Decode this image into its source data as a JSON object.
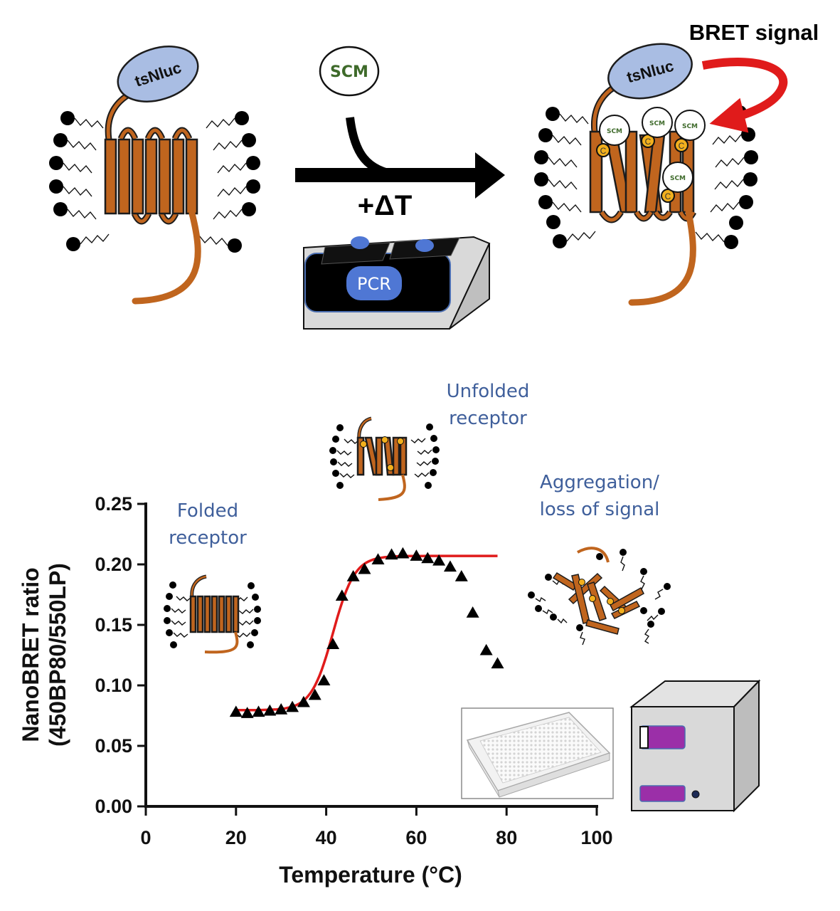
{
  "top": {
    "tsnluc_label": "tsNluc",
    "scm_label": "SCM",
    "delta_t_label": "+ΔT",
    "pcr_label": "PCR",
    "bret_signal_label": "BRET signal",
    "cys_label": "C"
  },
  "labels": {
    "unfolded": [
      "Unfolded",
      "receptor"
    ],
    "folded": [
      "Folded",
      "receptor"
    ],
    "aggregation": [
      "Aggregation/",
      "loss of signal"
    ]
  },
  "colors": {
    "helix": "#c0651e",
    "nluc": "#a9bde3",
    "fit_curve": "#e01b1b",
    "bret_arrow": "#e01b1b",
    "scm_text": "#3e6a2a",
    "annotation_text": "#3f5f9b",
    "cysteine": "#f2b01e",
    "reader_button": "#9b2fa8"
  },
  "chart_data": {
    "type": "scatter",
    "xlabel": "Temperature (°C)",
    "ylabel_lines": [
      "NanoBRET ratio",
      "(450BP80/550LP)"
    ],
    "xlim": [
      0,
      100
    ],
    "ylim": [
      0,
      0.25
    ],
    "x_ticks": [
      0,
      20,
      40,
      60,
      80,
      100
    ],
    "y_ticks": [
      "0.00",
      "0.05",
      "0.10",
      "0.15",
      "0.20",
      "0.25"
    ],
    "marker": "triangle",
    "points": [
      {
        "x": 20,
        "y": 0.078
      },
      {
        "x": 22.5,
        "y": 0.077
      },
      {
        "x": 25,
        "y": 0.078
      },
      {
        "x": 27.5,
        "y": 0.079
      },
      {
        "x": 30,
        "y": 0.08
      },
      {
        "x": 32.5,
        "y": 0.082
      },
      {
        "x": 35,
        "y": 0.086
      },
      {
        "x": 37.5,
        "y": 0.092
      },
      {
        "x": 39.5,
        "y": 0.104
      },
      {
        "x": 41.5,
        "y": 0.134
      },
      {
        "x": 43.5,
        "y": 0.174
      },
      {
        "x": 46,
        "y": 0.19
      },
      {
        "x": 48.5,
        "y": 0.196
      },
      {
        "x": 51.5,
        "y": 0.204
      },
      {
        "x": 54.5,
        "y": 0.208
      },
      {
        "x": 57,
        "y": 0.209
      },
      {
        "x": 60,
        "y": 0.207
      },
      {
        "x": 62.5,
        "y": 0.205
      },
      {
        "x": 65,
        "y": 0.203
      },
      {
        "x": 67.5,
        "y": 0.198
      },
      {
        "x": 70,
        "y": 0.19
      },
      {
        "x": 72.5,
        "y": 0.16
      },
      {
        "x": 75.5,
        "y": 0.129
      },
      {
        "x": 78,
        "y": 0.118
      }
    ],
    "fit": {
      "type": "sigmoid",
      "bottom": 0.0795,
      "top": 0.207,
      "tm": 41.5,
      "slope": 2.4,
      "x_range": [
        20,
        78
      ]
    }
  }
}
